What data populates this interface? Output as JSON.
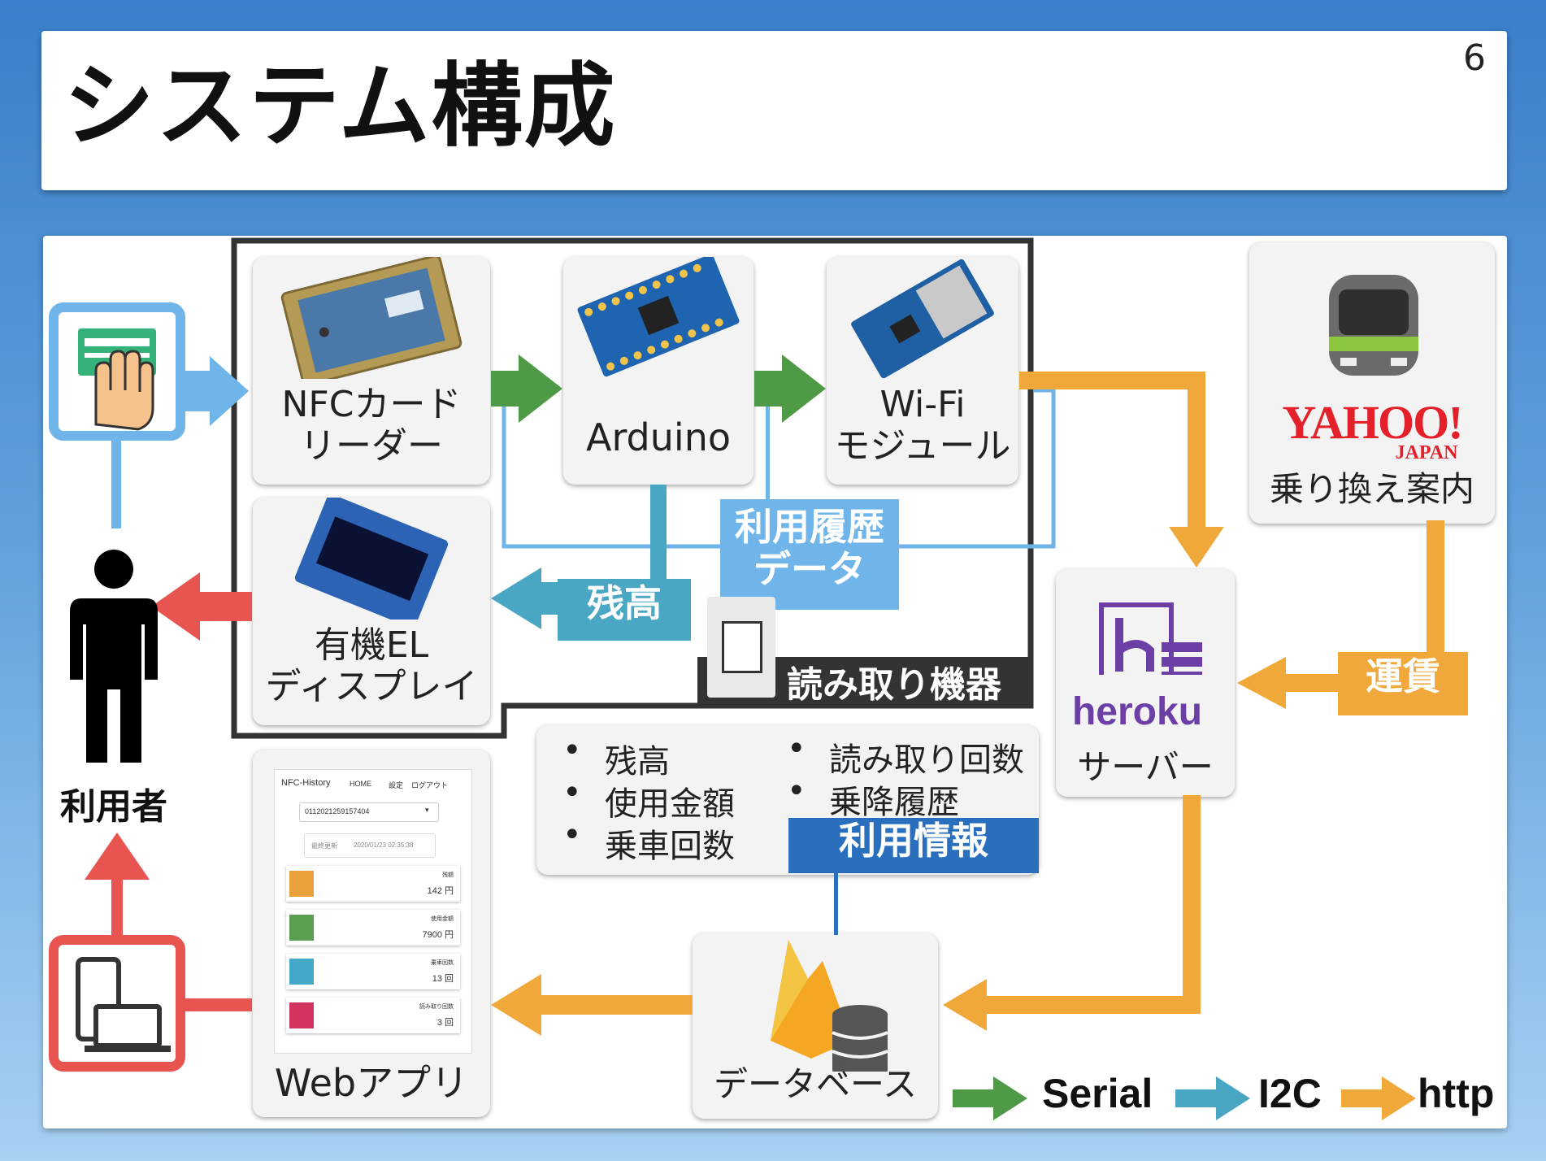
{
  "slide": {
    "title": "システム構成",
    "page_number": "6"
  },
  "user": {
    "label": "利用者"
  },
  "device_group": {
    "label": "読み取り機器"
  },
  "components": {
    "nfc": {
      "label": "NFCカード\nリーダー"
    },
    "arduino": {
      "label": "Arduino"
    },
    "wifi": {
      "label": "Wi-Fi\nモジュール"
    },
    "oled": {
      "label": "有機EL\nディスプレイ"
    },
    "server": {
      "label": "サーバー",
      "logo_text": "heroku"
    },
    "yahoo": {
      "logo": "YAHOO!",
      "logo_sub": "JAPAN",
      "label": "乗り換え案内"
    },
    "database": {
      "label": "データベース"
    },
    "webapp": {
      "label": "Webアプリ"
    }
  },
  "tags": {
    "history": "利用履歴\nデータ",
    "balance": "残高",
    "fare": "運賃",
    "usage_info": "利用情報"
  },
  "usage_items": {
    "left": [
      "残高",
      "使用金額",
      "乗車回数"
    ],
    "right": [
      "読み取り回数",
      "乗降履歴"
    ]
  },
  "webapp_screen": {
    "brand": "NFC-History",
    "nav": [
      "HOME",
      "設定",
      "ログアウト"
    ],
    "card_id": "0112021259157404",
    "updated_label": "最終更新",
    "updated_value": "2020/01/23 02:35:38",
    "rows": [
      {
        "label": "残額",
        "value": "142 円"
      },
      {
        "label": "使用金額",
        "value": "7900 円"
      },
      {
        "label": "乗車回数",
        "value": "13 回"
      },
      {
        "label": "読み取り回数",
        "value": "3 回"
      }
    ]
  },
  "legend": [
    {
      "label": "Serial",
      "color": "#4f9a47"
    },
    {
      "label": "I2C",
      "color": "#4aa7c4"
    },
    {
      "label": "http",
      "color": "#f0a83a"
    }
  ],
  "colors": {
    "serial": "#4f9a47",
    "i2c": "#4aa7c4",
    "http": "#f0a83a",
    "user_input": "#6fb5e9",
    "output": "#e85550",
    "usage_tag": "#2a6fbd"
  },
  "icons": [
    "card-touch-icon",
    "person-icon",
    "devices-icon",
    "train-icon",
    "database-icon",
    "firebase-icon"
  ]
}
